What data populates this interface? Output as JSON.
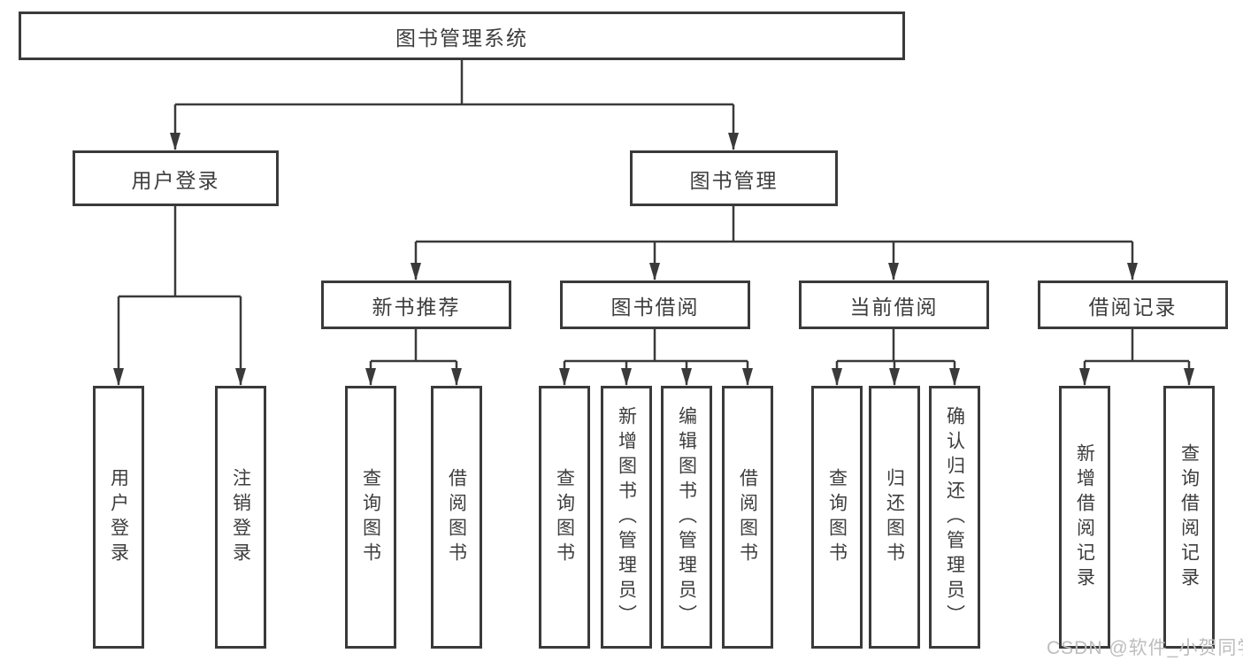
{
  "diagram": {
    "root": {
      "label": "图书管理系统"
    },
    "level2": [
      {
        "label": "用户登录"
      },
      {
        "label": "图书管理"
      }
    ],
    "level3": [
      {
        "label": "新书推荐",
        "parent": "图书管理"
      },
      {
        "label": "图书借阅",
        "parent": "图书管理"
      },
      {
        "label": "当前借阅",
        "parent": "图书管理"
      },
      {
        "label": "借阅记录",
        "parent": "图书管理"
      }
    ],
    "leaves": [
      {
        "label": "用户登录",
        "parent": "用户登录"
      },
      {
        "label": "注销登录",
        "parent": "用户登录"
      },
      {
        "label": "查询图书",
        "parent": "新书推荐"
      },
      {
        "label": "借阅图书",
        "parent": "新书推荐"
      },
      {
        "label": "查询图书",
        "parent": "图书借阅"
      },
      {
        "label": "新增图书（管理员）",
        "parent": "图书借阅"
      },
      {
        "label": "编辑图书（管理员）",
        "parent": "图书借阅"
      },
      {
        "label": "借阅图书",
        "parent": "图书借阅"
      },
      {
        "label": "查询图书",
        "parent": "当前借阅"
      },
      {
        "label": "归还图书",
        "parent": "当前借阅"
      },
      {
        "label": "确认归还（管理员）",
        "parent": "当前借阅"
      },
      {
        "label": "新增借阅记录",
        "parent": "借阅记录"
      },
      {
        "label": "查询借阅记录",
        "parent": "借阅记录"
      }
    ]
  },
  "watermark": {
    "text": "CSDN @软件_小贺同学"
  },
  "colors": {
    "line": "#3a3a3a",
    "border": "#3a3a3a",
    "text": "#3d3d3d",
    "background": "#ffffff",
    "watermark": "#bdbdbd"
  }
}
